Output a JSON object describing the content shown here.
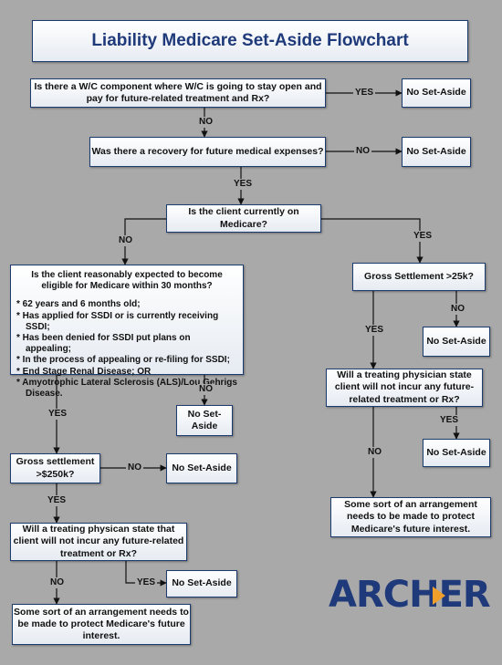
{
  "title": "Liability Medicare Set-Aside Flowchart",
  "q_wc": "Is there a W/C component where W/C is going to stay open and pay for future-related treatment and Rx?",
  "q_recovery": "Was there a recovery for future medical expenses?",
  "q_medicare": "Is the client currently on Medicare?",
  "q_eligible": {
    "heading": "Is the client reasonably expected to become eligible for Medicare within 30 months?",
    "criteria": [
      "* 62 years and 6 months old;",
      "* Has applied for SSDI or is currently receiving SSDI;",
      "* Has been denied for SSDI put plans on appealing;",
      "* In the process of appealing or re-filing for SSDI;",
      "* End Stage Renal Disease; OR",
      "* Amyotrophic Lateral Sclerosis (ALS)/Lou Gehrigs Disease."
    ]
  },
  "q_gross25": "Gross Settlement >25k?",
  "q_gross250": "Gross settlement >$250k?",
  "q_physician_left": "Will a treating physican state that client will not incur any future-related treatment or Rx?",
  "q_physician_right": "Will a treating physician state client will not incur any future-related treatment or Rx?",
  "no_set_aside": "No Set-Aside",
  "arrangement_left": "Some sort of an arrangement needs to be made to protect Medicare's future interest.",
  "arrangement_right": "Some sort of an arrangement needs to be made to protect Medicare's future interest.",
  "yes": "YES",
  "no": "NO",
  "logo": "ARCHER",
  "colors": {
    "background": "#a9a9a9",
    "title": "#1f3a7a",
    "logo_accent": "#f0a02a"
  }
}
